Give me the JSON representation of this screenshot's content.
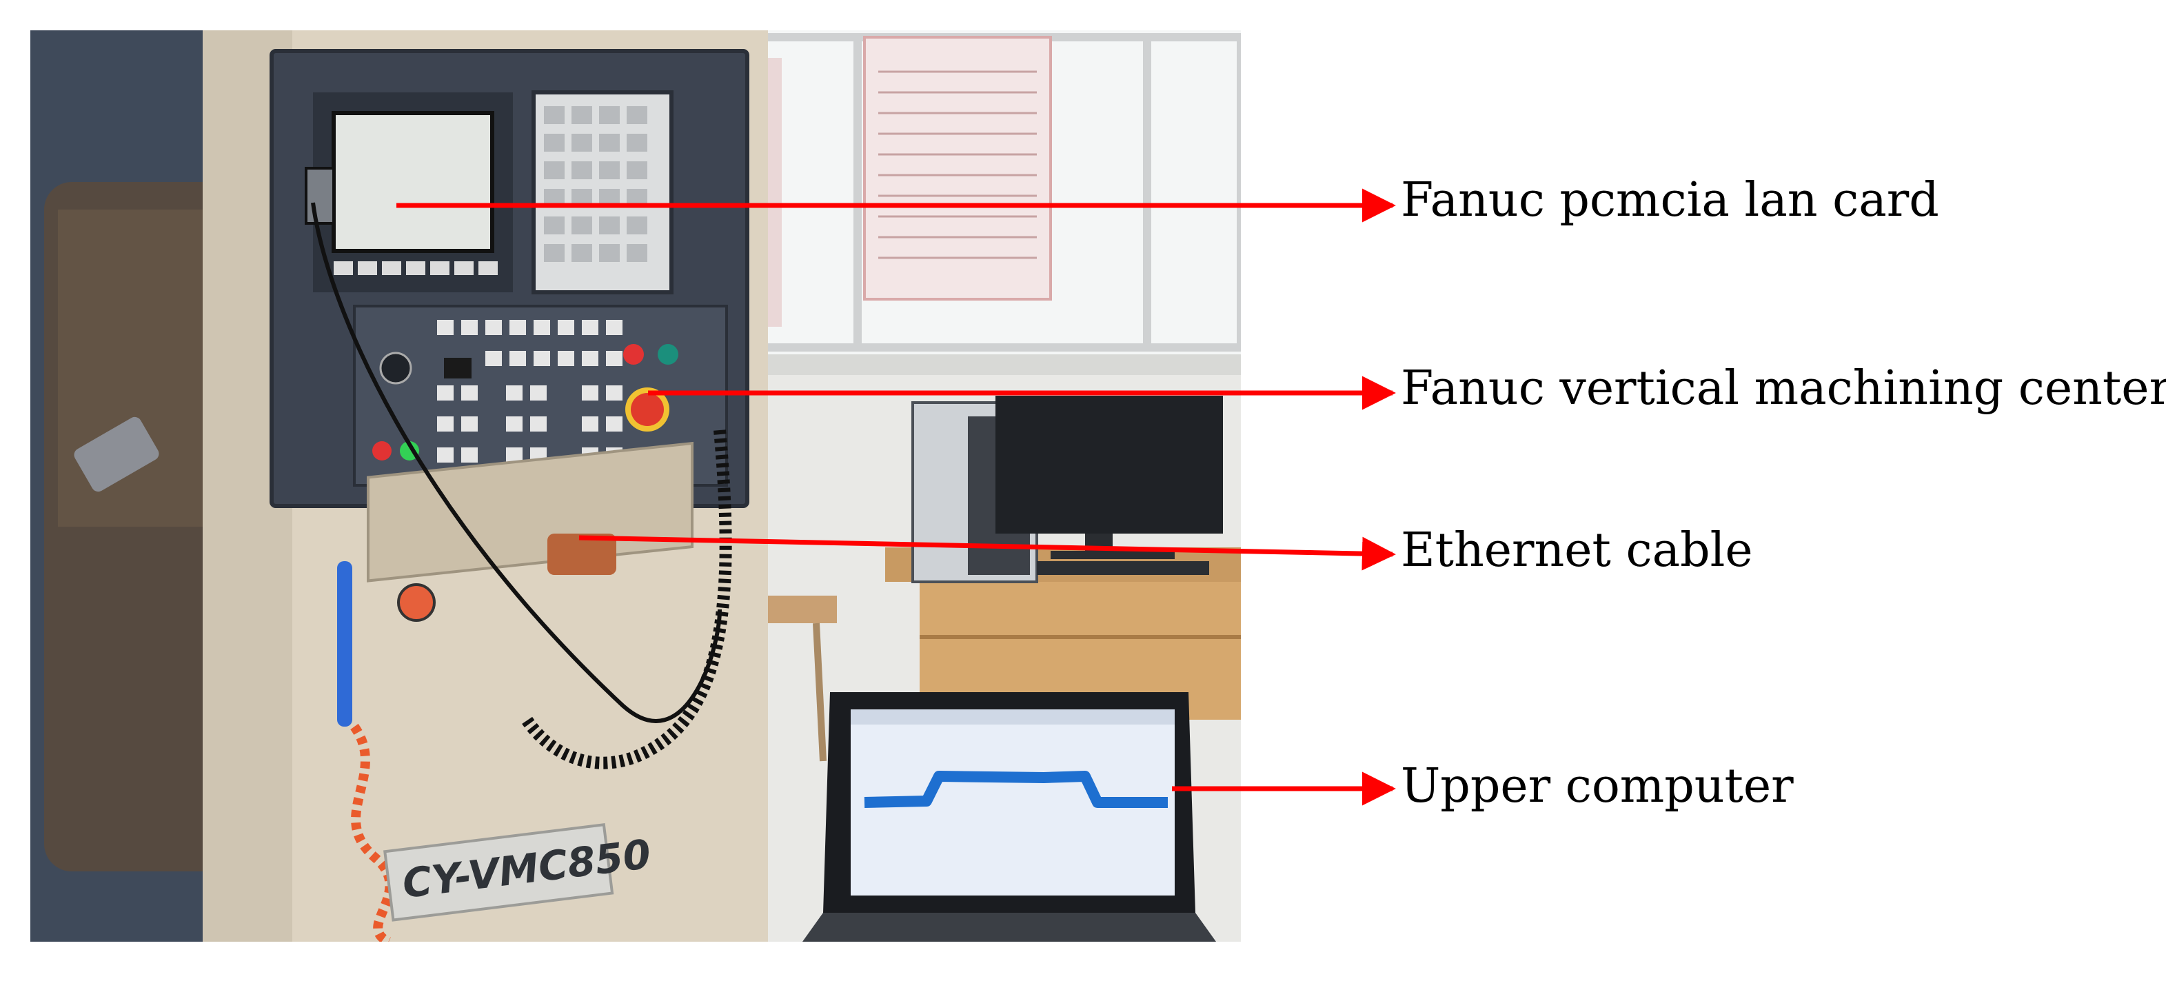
{
  "labels": {
    "lan_card": "Fanuc pcmcia lan card",
    "machining_center": "Fanuc vertical machining center",
    "ethernet_cable": "Ethernet cable",
    "upper_computer": "Upper computer"
  },
  "machine_plate": "CY-VMC850",
  "colors": {
    "arrow": "#ff0000",
    "machine_body": "#ddd3c1",
    "cnc_panel": "#3d4451",
    "wall": "#e9e9e6",
    "desk": "#c89a62",
    "laptop_screen": "#e8eef8",
    "signal_trace": "#1e6fd0"
  },
  "laptop_signal_shape": "plateau-waveform",
  "icons": [
    "emergency-stop-icon",
    "arrow-right-icon"
  ]
}
